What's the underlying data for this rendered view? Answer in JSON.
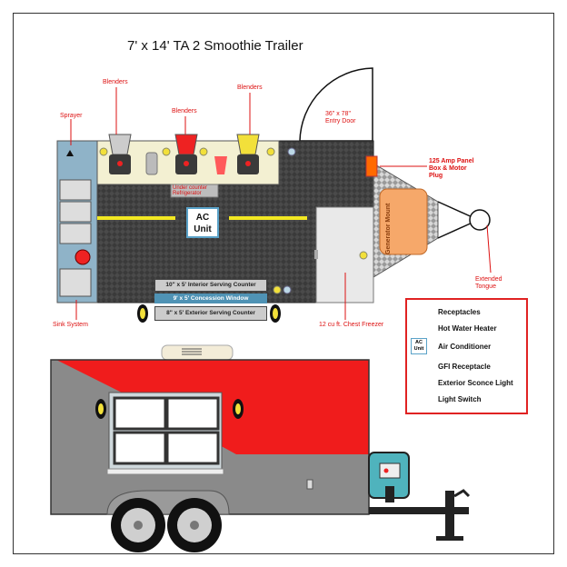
{
  "title": "7' x 14' TA 2 Smoothie Trailer",
  "labels": {
    "sprayer": "Sprayer",
    "blenders_1": "Blenders",
    "blenders_2": "Blenders",
    "blenders_3": "Blenders",
    "entry_door": "36\" x 78\"\nEntry Door",
    "panel": "125 Amp Panel\nBox & Motor\nPlug",
    "generator_mount": "Generator Mount",
    "extended_tongue": "Extended\nTongue",
    "sink_system": "Sink System",
    "chest_freezer": "12 cu ft. Chest Freezer",
    "under_counter": "Under counter\nRefrigerator",
    "interior_counter": "10\" x 5' Interior Serving Counter",
    "concession_window": "9' x 5' Concession Window",
    "exterior_counter": "8\" x 5' Exterior Serving Counter",
    "ac_line1": "AC",
    "ac_line2": "Unit"
  },
  "legend": [
    {
      "icon": "receptacle-icon",
      "label": "Receptacles"
    },
    {
      "icon": "hot-water-heater-icon",
      "label": "Hot Water Heater"
    },
    {
      "icon": "air-conditioner-icon",
      "label": "Air Conditioner",
      "icon_text": "AC\nUnit"
    },
    {
      "icon": "gfi-receptacle-icon",
      "label": "GFI Receptacle"
    },
    {
      "icon": "exterior-sconce-light-icon",
      "label": "Exterior Sconce Light"
    },
    {
      "icon": "light-switch-icon",
      "label": "Light Switch"
    }
  ],
  "colors": {
    "floor": "#3d3d3d",
    "counter": "#f3f0d2",
    "trailer_red": "#f01c1c",
    "trailer_gray": "#8a8a8a",
    "generator": "#f6a86a",
    "legend_border": "#e02222",
    "receptacle": "#f2e03a",
    "light_strip": "#f2e822"
  }
}
